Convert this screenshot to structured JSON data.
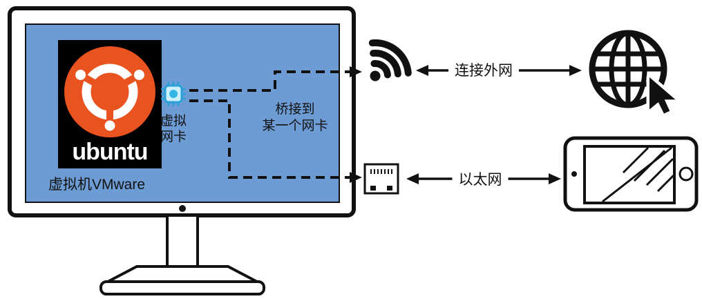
{
  "monitor": {
    "label": "虚拟机VMware"
  },
  "ubuntu_logo": {
    "wordmark": "ubuntu"
  },
  "virtual_nic": {
    "line1": "虚拟",
    "line2": "网卡"
  },
  "bridge_note": {
    "line1": "桥接到",
    "line2": "某一个网卡"
  },
  "links": {
    "wifi_internet": "连接外网",
    "ethernet_device": "以太网"
  },
  "icons": {
    "wifi": "wifi-signal-icon",
    "ethernet": "ethernet-port-icon",
    "internet": "internet-globe-cursor-icon",
    "device": "tablet-icon",
    "nic": "network-chip-icon",
    "ubuntu": "ubuntu-logo"
  },
  "colors": {
    "screen_blue": "#6d9cd4",
    "ubuntu_orange": "#E9531F",
    "nic_cyan": "#35b6e5",
    "line_black": "#111111"
  }
}
